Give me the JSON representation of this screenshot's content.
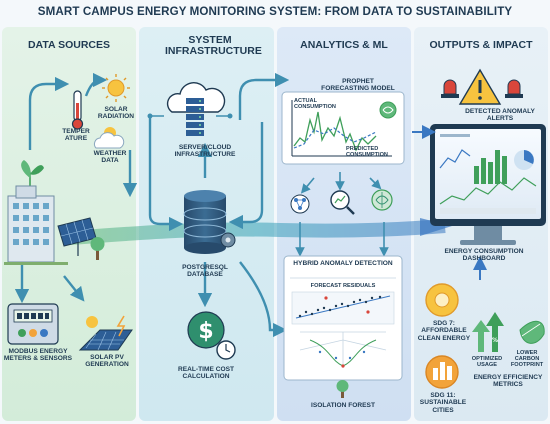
{
  "title": "SMART CAMPUS ENERGY MONITORING SYSTEM: FROM DATA TO SUSTAINABILITY",
  "sections": {
    "data_sources": "DATA SOURCES",
    "system_infrastructure": "SYSTEM INFRASTRUCTURE",
    "analytics": "ANALYTICS & ML",
    "outputs": "OUTPUTS & IMPACT"
  },
  "labels": {
    "temperature": "TEMPER ATURE",
    "solar_radiation": "SOLAR RADIATION",
    "weather_data": "WEATHER DATA",
    "modbus": "MODBUS ENERGY METERS & SENSORS",
    "solar_pv": "SOLAR PV GENERATION",
    "server": "SERVER/CLOUD INFRASTRUCTURE",
    "database": "POSTGRESQL DATABASE",
    "cost": "REAL-TIME COST CALCULATION",
    "prophet": "PROPHET FORECASTING MODEL",
    "actual": "ACTUAL CONSUMPTION",
    "predicted": "PREDICTED CONSUMPTION",
    "hybrid": "HYBRID ANOMALY DETECTION",
    "residuals": "FORECAST RESIDUALS",
    "isolation": "ISOLATION FOREST",
    "alerts": "DETECTED ANOMALY ALERTS",
    "dashboard": "ENERGY CONSUMPTION DASHBOARD",
    "sdg7": "SDG 7: AFFORDABLE CLEAN ENERGY",
    "sdg11": "SDG 11: SUSTAINABLE CITIES",
    "optimized": "OPTIMIZED USAGE",
    "carbon": "LOWER CARBON FOOTPRINT",
    "efficiency": "ENERGY EFFICIENCY METRICS"
  },
  "colors": {
    "navy": "#1f3a52",
    "green": "#3f9f5a",
    "teal": "#3a9fb5",
    "blue": "#3a78c2",
    "orange": "#f2a33a",
    "red": "#d9463b"
  }
}
